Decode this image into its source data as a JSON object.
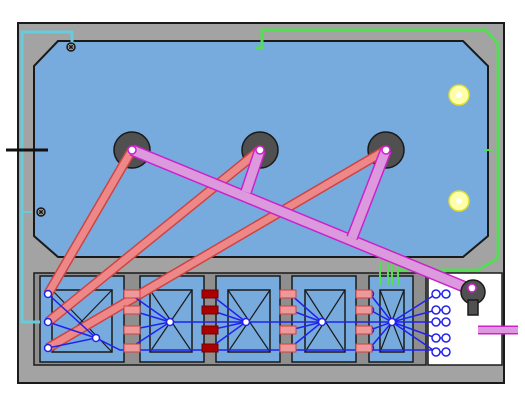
{
  "scene": {
    "kind": "logic-circuit puzzle board",
    "colors": {
      "background": "#ffffff",
      "floor": "#a3a3a3",
      "outline": "#1a1a1a",
      "tank": "#77aadd",
      "cell": "#77aadd",
      "tray": "#ffffff",
      "dark_post": "#505050",
      "pipe_red": "#ee8888",
      "pipe_red_edge": "#cc4444",
      "pipe_pink": "#dd99dd",
      "pipe_pink_edge": "#cc22cc",
      "wire_cyan": "#66ccdd",
      "wire_green": "#55dd55",
      "wire_blue": "#2222ee",
      "lamp": "#ffffaa",
      "lamp_ring": "#dddd33",
      "connector_dark_red": "#aa0000",
      "connector_light_red": "#ee9999"
    },
    "counts": {
      "big_posts": 3,
      "cells": 5,
      "lamps": 2,
      "cog_icons": 2
    }
  }
}
